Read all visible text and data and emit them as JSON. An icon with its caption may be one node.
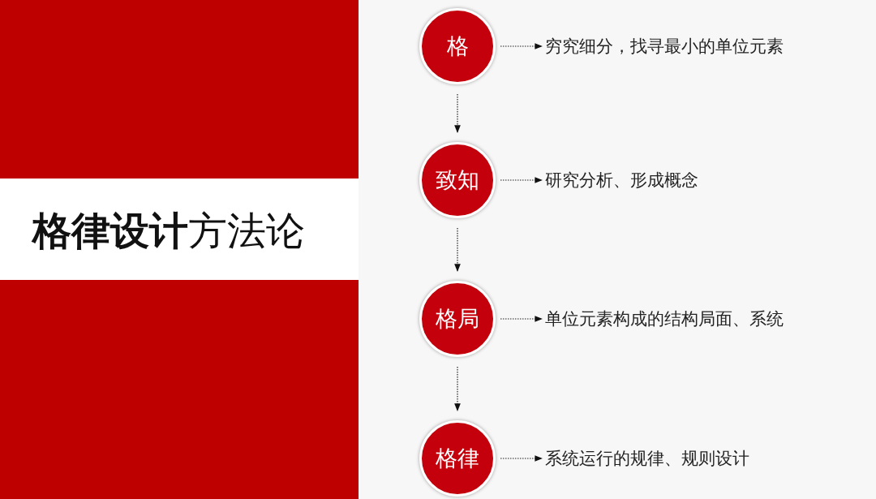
{
  "diagram": {
    "title": "**格律设计**方法论",
    "nodes": [
      {
        "text": [
          "格"
        ]
      },
      {
        "text": [
          "致知"
        ]
      },
      {
        "text": [
          "格局"
        ]
      },
      {
        "text": [
          "格律"
        ]
      },
      {
        "text": [
          "穷究细分，找寻最小的单位元素"
        ]
      },
      {
        "text": [
          "研究分析、形成概念"
        ]
      },
      {
        "text": [
          "单位元素构成的结构局面、系统"
        ]
      },
      {
        "text": [
          "系统运行的规律、规则设计"
        ]
      }
    ],
    "edges": [
      {
        "from": 0,
        "to": 4,
        "arrow": "to"
      },
      {
        "from": 0,
        "to": 1,
        "arrow": "to"
      },
      {
        "from": 1,
        "to": 5,
        "arrow": "to"
      },
      {
        "from": 1,
        "to": 2,
        "arrow": "to"
      },
      {
        "from": 2,
        "to": 6,
        "arrow": "to"
      },
      {
        "from": 2,
        "to": 3,
        "arrow": "to"
      },
      {
        "from": 3,
        "to": 7,
        "arrow": "to"
      }
    ]
  }
}
